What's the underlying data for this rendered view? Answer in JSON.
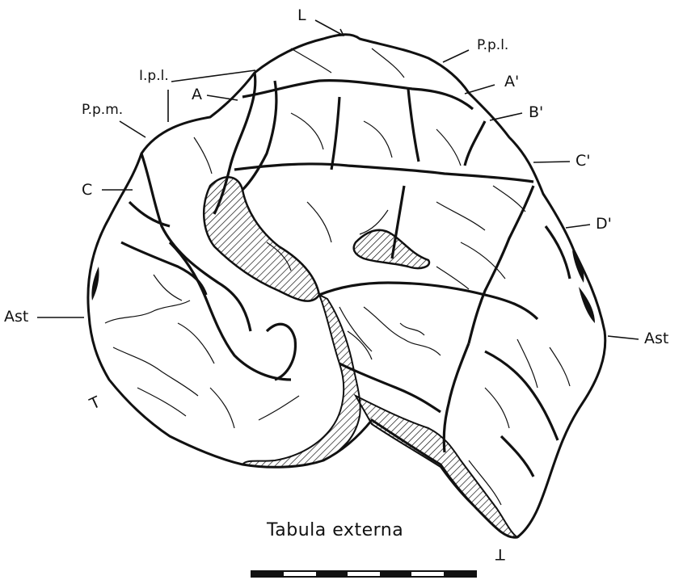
{
  "labels": {
    "L": "L",
    "Ppl": "P.p.l.",
    "Ipl": "I.p.l.",
    "A": "A",
    "A_prime": "A'",
    "Ppm": "P.p.m.",
    "B_prime": "B'",
    "C": "C",
    "C_prime": "C'",
    "D_prime": "D'",
    "Ast_left": "Ast",
    "Ast_right": "Ast",
    "T_left": "T",
    "T_bottom": "T"
  },
  "caption": "Tabula externa",
  "scale_bar": {
    "segments": [
      "black",
      "white",
      "black",
      "white",
      "black",
      "white",
      "black"
    ]
  }
}
